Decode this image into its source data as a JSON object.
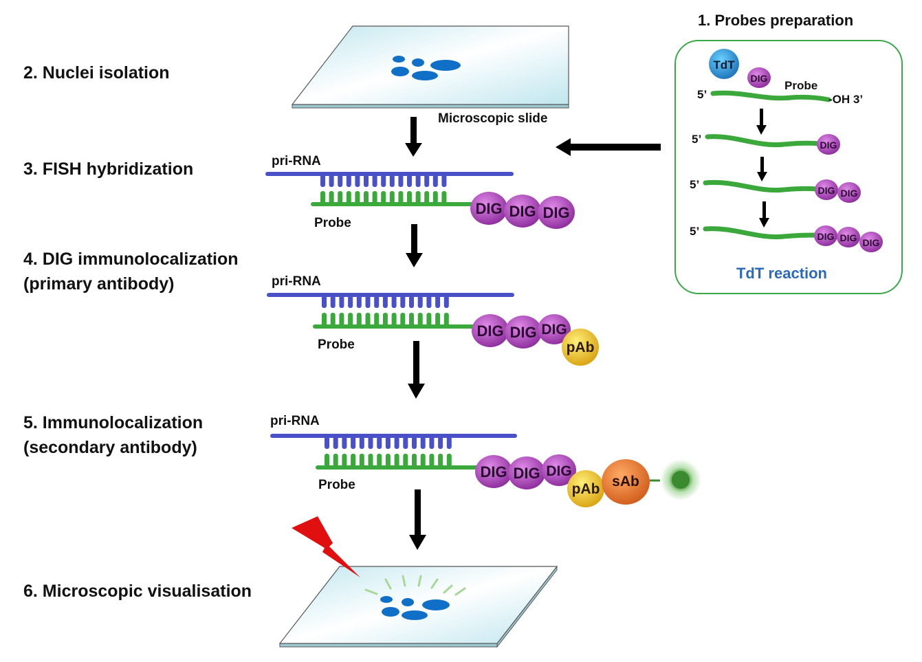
{
  "steps": {
    "s1": "1. Probes preparation",
    "s2": "2. Nuclei isolation",
    "s3": "3. FISH hybridization",
    "s4_line1": "4. DIG immunolocalization",
    "s4_line2": "(primary antibody)",
    "s5_line1": "5. Immunolocalization",
    "s5_line2": "(secondary antibody)",
    "s6": "6. Microscopic visualisation"
  },
  "labels": {
    "microscopic_slide": "Microscopic slide",
    "pri_rna": "pri-RNA",
    "probe": "Probe",
    "dig": "DIG",
    "pab": "pAb",
    "sab": "sAb",
    "tdt": "TdT",
    "five_prime": "5’",
    "oh_three": "-OH 3’",
    "tdt_reaction": "TdT reaction"
  },
  "colors": {
    "rna": "#4a50c8",
    "probe": "#3aa83a",
    "dig": "#a03ab0",
    "pab": "#f0c020",
    "sab": "#e67a30",
    "tdt": "#2a8fd0",
    "panel_border": "#3aa848",
    "tdt_text": "#2a6ab8",
    "nuclei": "#1070c8",
    "bolt": "#e01010",
    "fluor": "#3a8a30"
  }
}
